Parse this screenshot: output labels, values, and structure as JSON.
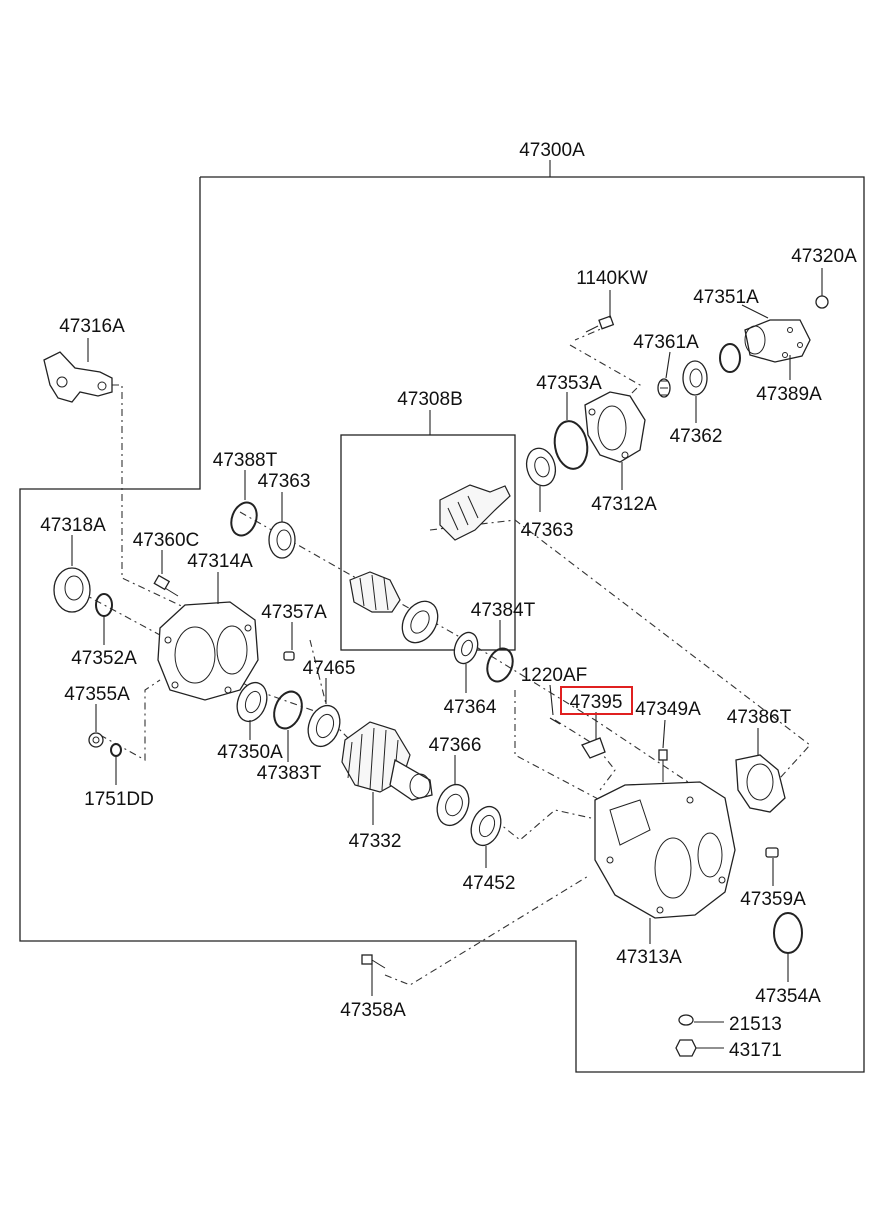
{
  "diagram": {
    "highlight_color": "#e02020",
    "line_color": "#222222",
    "highlighted_part": "47395",
    "part_labels": [
      {
        "id": "assembly",
        "number": "47300A"
      },
      {
        "id": "cover-flange",
        "number": "47320A"
      },
      {
        "id": "bolt-1140kw",
        "number": "1140KW"
      },
      {
        "id": "seal-47351a",
        "number": "47351A"
      },
      {
        "id": "bracket",
        "number": "47316A"
      },
      {
        "id": "bearing-47361a",
        "number": "47361A"
      },
      {
        "id": "companion-flange",
        "number": "47389A"
      },
      {
        "id": "o-ring-47353a",
        "number": "47353A"
      },
      {
        "id": "pinion-assembly",
        "number": "47308B"
      },
      {
        "id": "bearing-47362",
        "number": "47362"
      },
      {
        "id": "snap-ring-47388t",
        "number": "47388T"
      },
      {
        "id": "bearing-47363-left",
        "number": "47363"
      },
      {
        "id": "pinion-housing",
        "number": "47312A"
      },
      {
        "id": "seal-47318a",
        "number": "47318A"
      },
      {
        "id": "bolt-47360c",
        "number": "47360C"
      },
      {
        "id": "rear-cover",
        "number": "47314A"
      },
      {
        "id": "bearing-47363-right",
        "number": "47363"
      },
      {
        "id": "snap-ring-47384t",
        "number": "47384T"
      },
      {
        "id": "dowel-47357a",
        "number": "47357A"
      },
      {
        "id": "bearing-47465",
        "number": "47465"
      },
      {
        "id": "seal-47352a",
        "number": "47352A"
      },
      {
        "id": "bolt-1220af",
        "number": "1220AF"
      },
      {
        "id": "plate-47395",
        "number": "47395"
      },
      {
        "id": "breather-47349a",
        "number": "47349A"
      },
      {
        "id": "gasket-47386t",
        "number": "47386T"
      },
      {
        "id": "nut-47355a",
        "number": "47355A"
      },
      {
        "id": "bearing-47364",
        "number": "47364"
      },
      {
        "id": "bearing-47366",
        "number": "47366"
      },
      {
        "id": "bearing-47350a",
        "number": "47350A"
      },
      {
        "id": "snap-ring-47383t",
        "number": "47383T"
      },
      {
        "id": "washer-1751dd",
        "number": "1751DD"
      },
      {
        "id": "driven-gear",
        "number": "47332"
      },
      {
        "id": "pin-47359a",
        "number": "47359A"
      },
      {
        "id": "seal-47452",
        "number": "47452"
      },
      {
        "id": "transfer-case",
        "number": "47313A"
      },
      {
        "id": "o-ring-47354a",
        "number": "47354A"
      },
      {
        "id": "bolt-47358a",
        "number": "47358A"
      },
      {
        "id": "gasket-21513",
        "number": "21513"
      },
      {
        "id": "plug-43171",
        "number": "43171"
      }
    ]
  }
}
